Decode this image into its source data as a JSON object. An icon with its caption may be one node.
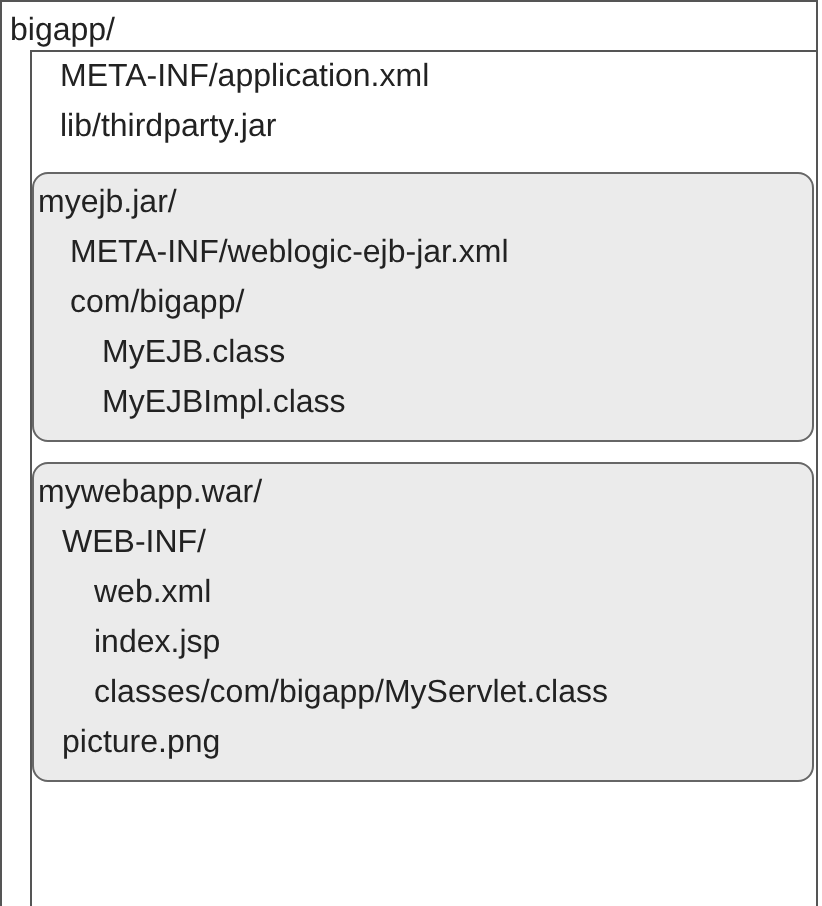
{
  "diagram": {
    "nodes": [
      {
        "text": [
          "bigapp/",
          "META-INF/application.xml",
          "lib/thirdparty.jar"
        ]
      },
      {
        "text": [
          "myejb.jar/",
          "META-INF/weblogic-ejb-jar.xml",
          "com/bigapp/",
          "MyEJB.class",
          "MyEJBImpl.class"
        ],
        "in": 0
      },
      {
        "text": [
          "mywebapp.war/",
          "WEB-INF/",
          "web.xml",
          "index.jsp",
          "classes/com/bigapp/MyServlet.class",
          "picture.png"
        ],
        "in": 0
      }
    ]
  }
}
